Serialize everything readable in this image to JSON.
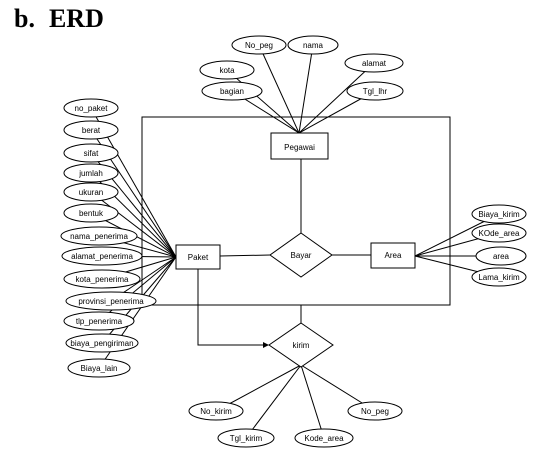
{
  "heading": {
    "number": "b.",
    "title": "ERD"
  },
  "entities": {
    "pegawai": "Pegawai",
    "paket": "Paket",
    "area": "Area"
  },
  "relationships": {
    "bayar": "Bayar",
    "kirim": "kirim"
  },
  "attributes": {
    "pegawai": [
      "No_peg",
      "nama",
      "kota",
      "alamat",
      "bagian",
      "Tgl_lhr"
    ],
    "paket": [
      "no_paket",
      "berat",
      "sifat",
      "jumlah",
      "ukuran",
      "bentuk",
      "nama_penerima",
      "alamat_penerima",
      "kota_penerima",
      "provinsi_penerima",
      "tlp_penerima",
      "biaya_pengiriman",
      "Biaya_lain"
    ],
    "area": [
      "Biaya_kirim",
      "KOde_area",
      "area",
      "Lama_kirim"
    ],
    "kirim": [
      "No_kirim",
      "No_peg",
      "Tgl_kirim",
      "Kode_area"
    ]
  }
}
